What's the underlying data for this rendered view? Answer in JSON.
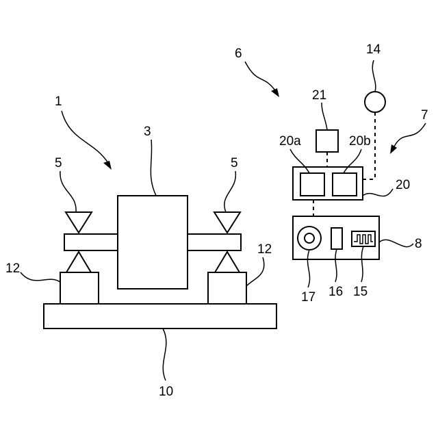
{
  "labels": {
    "1": "1",
    "3": "3",
    "5_left": "5",
    "5_right": "5",
    "6": "6",
    "7": "7",
    "8": "8",
    "10": "10",
    "12_left": "12",
    "12_right": "12",
    "14": "14",
    "15": "15",
    "16": "16",
    "17": "17",
    "20": "20",
    "20a": "20a",
    "20b": "20b",
    "21": "21"
  }
}
